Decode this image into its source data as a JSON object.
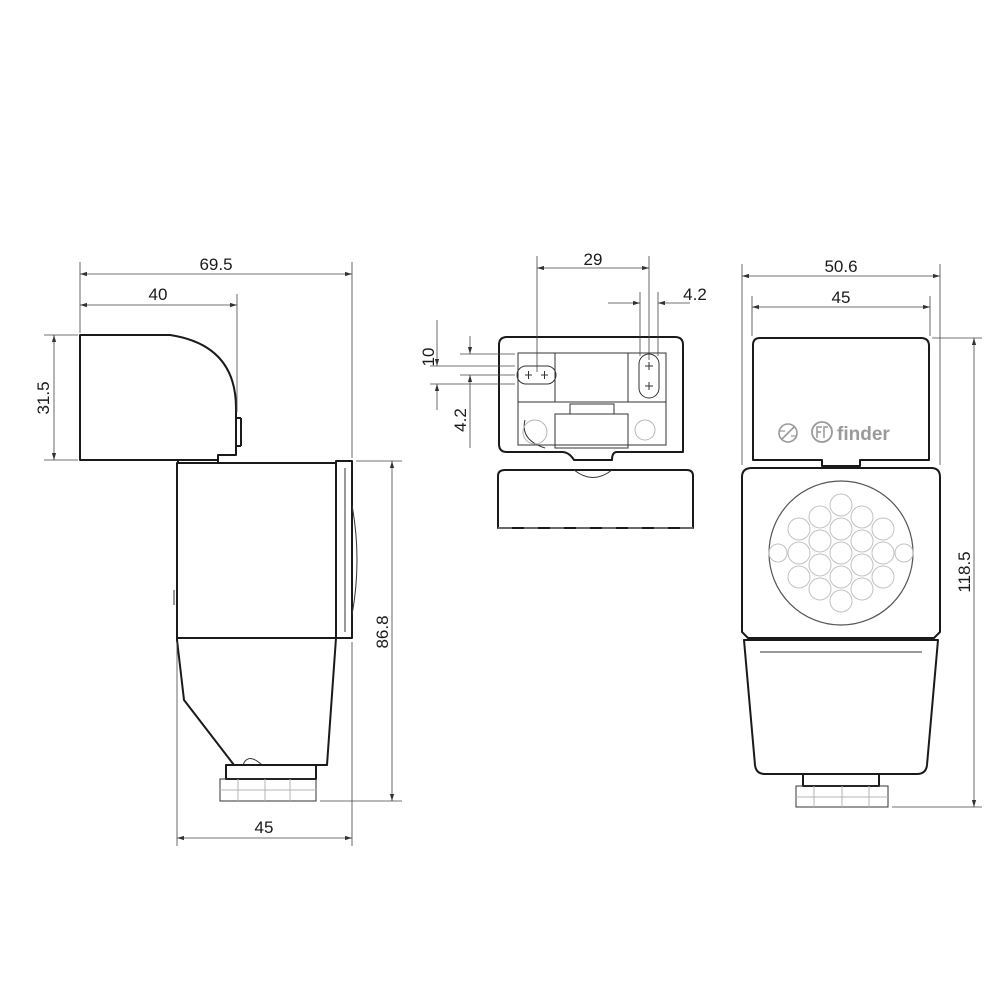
{
  "dimensions": {
    "side_width_total": "69.5",
    "side_width_head": "40",
    "side_head_height": "31.5",
    "side_body_height": "86.8",
    "side_base_width": "45",
    "top_width": "29",
    "top_slot_width": "4.2",
    "top_slot_height": "10",
    "top_slot_offset": "4.2",
    "front_width_total": "50.6",
    "front_width_inner": "45",
    "front_height_total": "118.5"
  },
  "brand": {
    "name": "finder",
    "logo_icon": "finder-logo-icon",
    "screw_icon": "adjust-screw-icon"
  }
}
